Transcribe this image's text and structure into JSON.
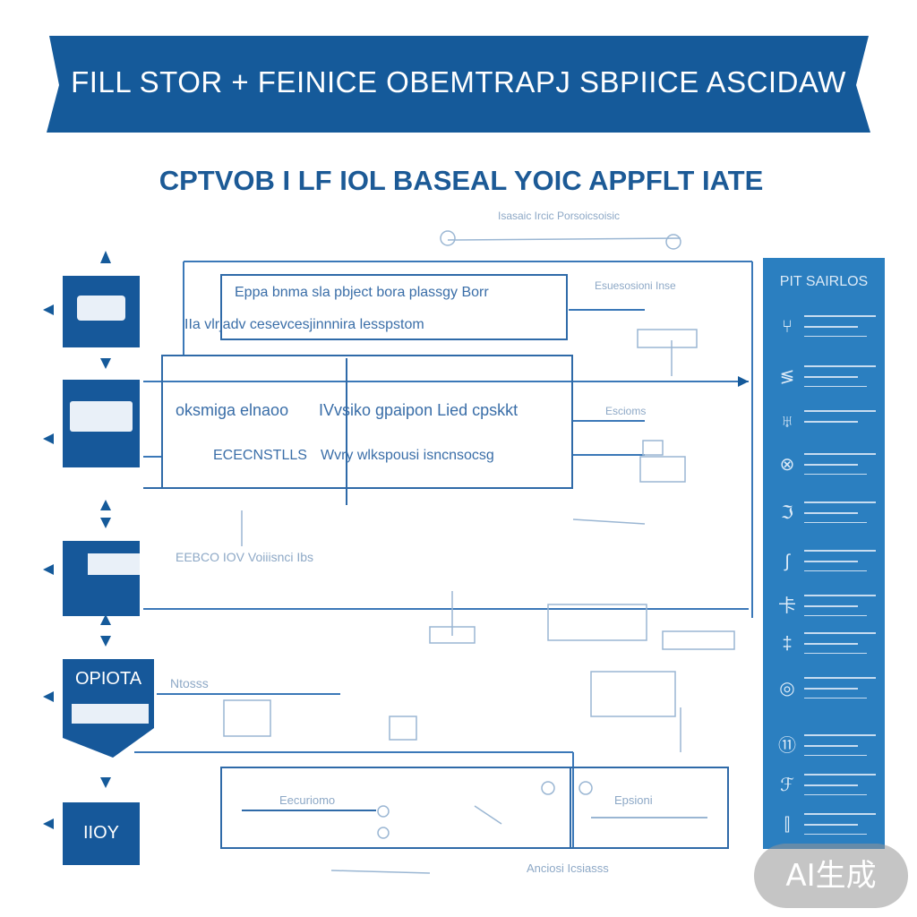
{
  "banner": {
    "title": "FILL STOR + FEINICE OBEMTRAPJ SBPIICE ASCIDAW",
    "color": "#155a9a"
  },
  "subtitle": "CPTVOB I LF IOL BASEAL YOIC  APPFLT IATE",
  "top_connector_label": "Isasaic Ircic  Porsoicsoisic",
  "left_blocks": [
    {
      "label": ""
    },
    {
      "label": ""
    },
    {
      "label": ""
    },
    {
      "label": "OPIOTA"
    },
    {
      "label": "IIOY"
    }
  ],
  "box1": {
    "line1": "Eppa bnma sla pbject bora plassgy Borr",
    "line2": "IIa vlrjadv cesevcesjinnnira lesspstom"
  },
  "box2": {
    "row1_left": "oksmiga elnaoo",
    "row1_right": "IVvsiko gpaipon Lied cpskkt",
    "row2_left": "ECECNSTLLS",
    "row2_right": "Wvry  wlkspousi isncnsocsg"
  },
  "labels": {
    "right_of_box1": "Esuesosioni Inse",
    "right_of_box2": "Escioms",
    "mid_left": "EEBCO IOV Voiiisnci Ibs",
    "lower_left": "Ntosss",
    "bottom": "Anciosi Icsiasss",
    "bottom_box_label1": "Eecuriomo",
    "bottom_box_label2": "Epsioni"
  },
  "sidebar": {
    "title": "PIT SAIRLOS",
    "color": "#2b7fc0",
    "items": [
      {
        "glyph": "⑂"
      },
      {
        "glyph": "≶"
      },
      {
        "glyph": "♅"
      },
      {
        "glyph": "⊗"
      },
      {
        "glyph": "ℑ"
      },
      {
        "glyph": "∫"
      },
      {
        "glyph": "卡"
      },
      {
        "glyph": "‡"
      },
      {
        "glyph": "◎"
      },
      {
        "glyph": "⑪"
      },
      {
        "glyph": "ℱ"
      },
      {
        "glyph": "⫿"
      }
    ]
  },
  "badge": "AI生成"
}
